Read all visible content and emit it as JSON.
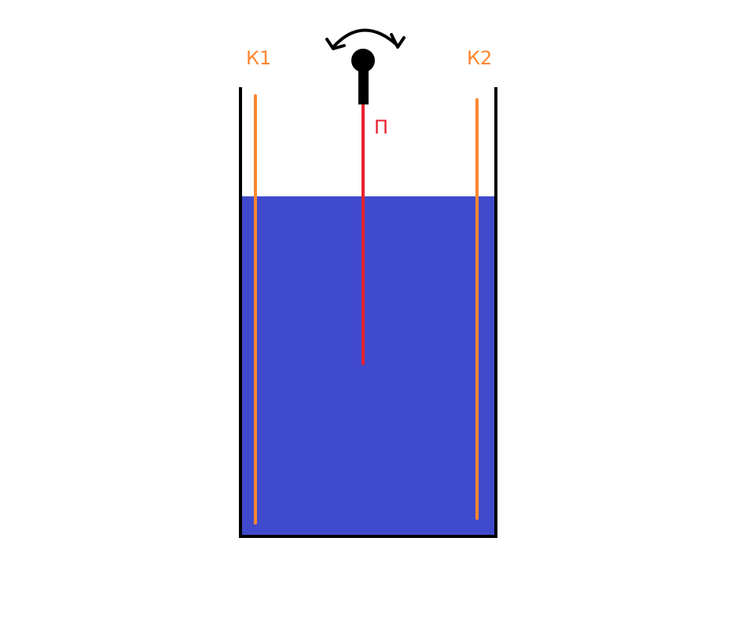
{
  "labels": {
    "electrode_left": "К1",
    "electrode_right": "К2",
    "probe": "П"
  },
  "colors": {
    "background": "#ffffff",
    "liquid": "#3f4bcc",
    "vessel_wall": "#000000",
    "electrode": "#fd8530",
    "probe": "#e8212f",
    "probe_mount": "#000000",
    "rotation_arrow": "#000000"
  }
}
